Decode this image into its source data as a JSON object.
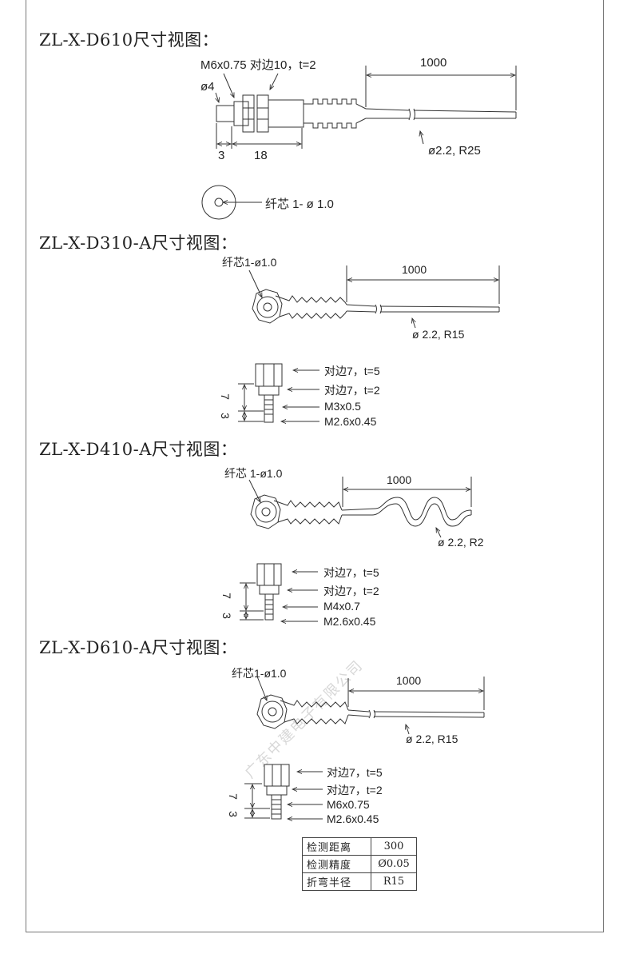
{
  "sections": [
    {
      "title": "ZL-X-D610尺寸视图：",
      "labels": {
        "thread": "M6x0.75 对边10，t=2",
        "diameter": "ø4",
        "length": "1000",
        "dim3": "3",
        "dim18": "18",
        "cable": "ø2.2, R25",
        "core": "纤芯 1- ø 1.0"
      }
    },
    {
      "title": "ZL-X-D310-A尺寸视图：",
      "labels": {
        "core": "纤芯1-ø1.0",
        "length": "1000",
        "cable": "ø 2.2, R15",
        "nut1": "对边7，t=5",
        "nut2": "对边7，t=2",
        "thread1": "M3x0.5",
        "thread2": "M2.6x0.45",
        "dim7": "7",
        "dim3": "3"
      }
    },
    {
      "title": "ZL-X-D410-A尺寸视图：",
      "labels": {
        "core": "纤芯 1-ø1.0",
        "length": "1000",
        "cable": "ø 2.2, R2",
        "nut1": "对边7，t=5",
        "nut2": "对边7，t=2",
        "thread1": "M4x0.7",
        "thread2": "M2.6x0.45",
        "dim7": "7",
        "dim3": "3"
      }
    },
    {
      "title": "ZL-X-D610-A尺寸视图：",
      "labels": {
        "core": "纤芯1-ø1.0",
        "length": "1000",
        "cable": "ø 2.2, R15",
        "nut1": "对边7，t=5",
        "nut2": "对边7，t=2",
        "thread1": "M6x0.75",
        "thread2": "M2.6x0.45",
        "dim7": "7",
        "dim3": "3"
      }
    }
  ],
  "spec_table": [
    {
      "key": "检测距离",
      "value": "300"
    },
    {
      "key": "检测精度",
      "value": "Ø0.05"
    },
    {
      "key": "折弯半径",
      "value": "R15"
    }
  ],
  "watermark": "广东中建电子有限公司"
}
